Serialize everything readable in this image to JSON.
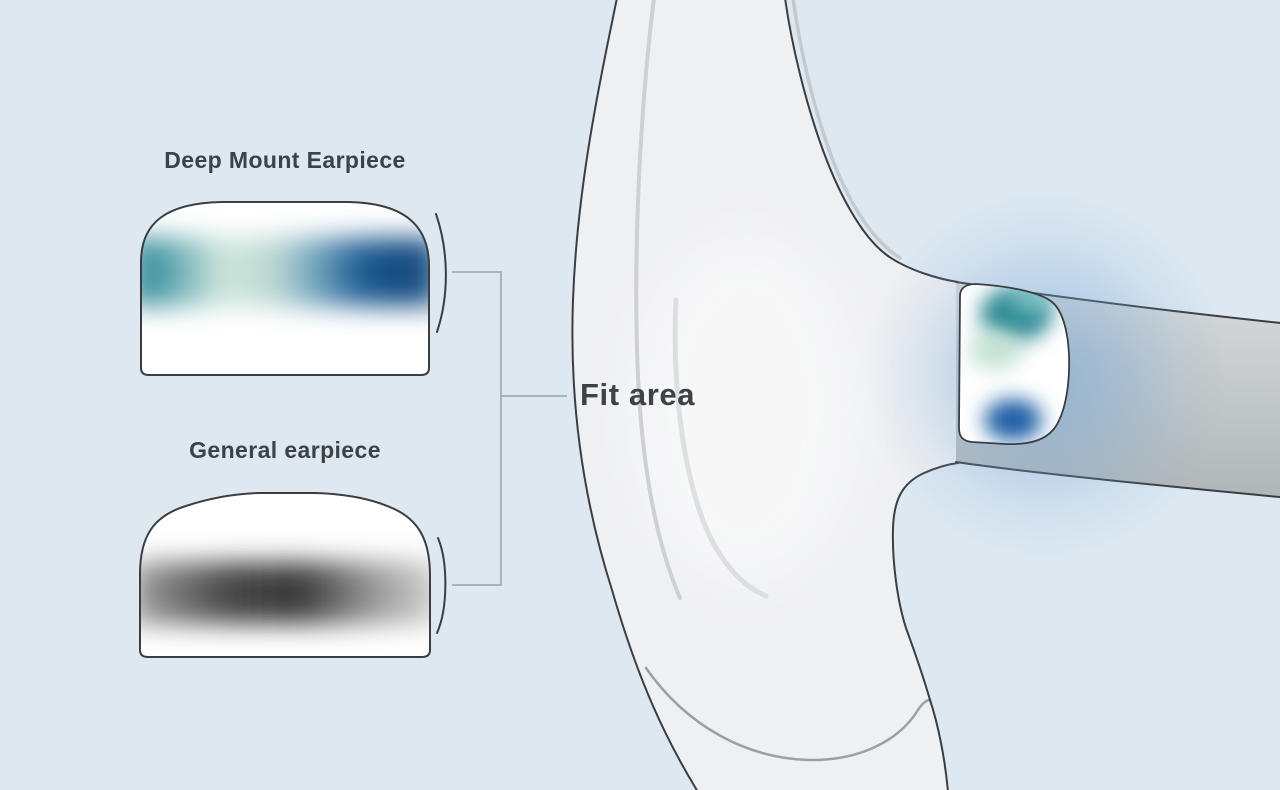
{
  "labels": {
    "deep_mount": "Deep Mount Earpiece",
    "general": "General earpiece",
    "fit_area": "Fit area"
  },
  "colors": {
    "background": "#dde8f1",
    "text": "#3d4247",
    "outline": "#3a3e42",
    "connector": "#a7b4bd",
    "ear_fill": "#eff0f2",
    "arm_fill": "#c4c9ca",
    "earpiece_fill": "#ffffff",
    "teal": "#2f8294",
    "pale_mint": "#cfe6dc",
    "navy": "#14497e",
    "band_dark_gray": "#3a3a3a",
    "glow_blue": "#74a5d6"
  }
}
